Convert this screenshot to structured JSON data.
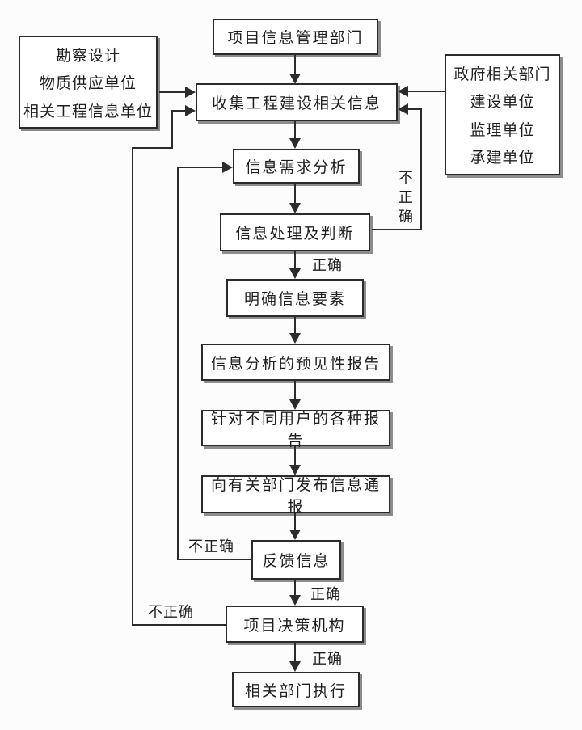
{
  "flowchart": {
    "colors": {
      "line": "#2b2b2b",
      "box_fill": "#ffffff",
      "box_shadow": "#8c8c8c",
      "background": "#fcfcfc",
      "text": "#1f1f1f"
    },
    "nodes": {
      "info_dept": "项目信息管理部门",
      "left_sources": [
        "勘察设计",
        "物质供应单位",
        "相关工程信息单位"
      ],
      "right_sources": [
        "政府相关部门",
        "建设单位",
        "监理单位",
        "承建单位"
      ],
      "collect": "收集工程建设相关信息",
      "demand_analysis": "信息需求分析",
      "process_judge": "信息处理及判断",
      "clarify_elements": "明确信息要素",
      "foresight_report": "信息分析的预见性报告",
      "user_reports": "针对不同用户的各种报告",
      "publish_notice": "向有关部门发布信息通报",
      "feedback": "反馈信息",
      "decision_body": "项目决策机构",
      "execute": "相关部门执行"
    },
    "edge_labels": {
      "process_correct": "正确",
      "process_incorrect": "不正确",
      "feedback_correct": "正确",
      "feedback_incorrect": "不正确",
      "decision_correct": "正确",
      "decision_incorrect": "不正确"
    },
    "edges": [
      {
        "from": "info_dept",
        "to": "collect",
        "label": ""
      },
      {
        "from": "left_sources",
        "to": "collect",
        "label": ""
      },
      {
        "from": "right_sources",
        "to": "collect",
        "label": ""
      },
      {
        "from": "collect",
        "to": "demand_analysis",
        "label": ""
      },
      {
        "from": "demand_analysis",
        "to": "process_judge",
        "label": ""
      },
      {
        "from": "process_judge",
        "to": "collect",
        "label": "不正确"
      },
      {
        "from": "process_judge",
        "to": "clarify_elements",
        "label": "正确"
      },
      {
        "from": "clarify_elements",
        "to": "foresight_report",
        "label": ""
      },
      {
        "from": "foresight_report",
        "to": "user_reports",
        "label": ""
      },
      {
        "from": "user_reports",
        "to": "publish_notice",
        "label": ""
      },
      {
        "from": "publish_notice",
        "to": "feedback",
        "label": ""
      },
      {
        "from": "feedback",
        "to": "demand_analysis",
        "label": "不正确"
      },
      {
        "from": "feedback",
        "to": "decision_body",
        "label": "正确"
      },
      {
        "from": "decision_body",
        "to": "collect",
        "label": "不正确"
      },
      {
        "from": "decision_body",
        "to": "execute",
        "label": "正确"
      }
    ]
  }
}
